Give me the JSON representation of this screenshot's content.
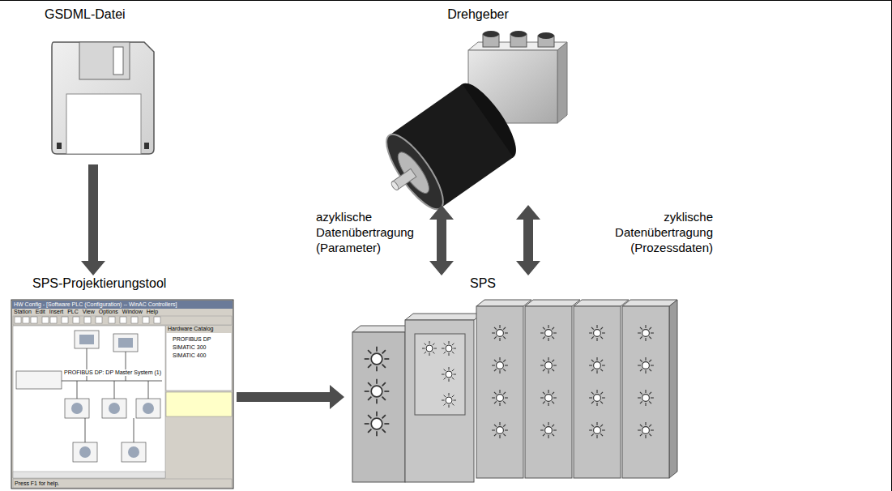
{
  "diagram": {
    "nodes": [
      {
        "text": [
          "GSDML-Datei"
        ]
      },
      {
        "text": [
          "Drehgeber"
        ]
      },
      {
        "text": [
          "SPS-Projektierungstool"
        ]
      },
      {
        "text": [
          "SPS"
        ]
      }
    ],
    "edges": [
      {
        "from": 0,
        "to": 2,
        "arrow": "to"
      },
      {
        "from": 2,
        "to": 3,
        "arrow": "to"
      },
      {
        "from": 1,
        "to": 3,
        "arrow": "both",
        "label": "azyklische Datenübertragung (Parameter)"
      },
      {
        "from": 1,
        "to": 3,
        "arrow": "both",
        "label": "zyklische Datenübertragung (Prozessdaten)"
      }
    ],
    "labels": [
      "HW Config - [Software PLC (Configuration) -- WinAC Controllers]",
      "Station Edit Insert PLC View Options Window Help",
      "Hardware Catalog",
      "PROFIBUS DP",
      "SIMATIC 300",
      "SIMATIC 400",
      "PROFIBUS DP: DP Master System (1)",
      "Press F1 for help."
    ]
  }
}
